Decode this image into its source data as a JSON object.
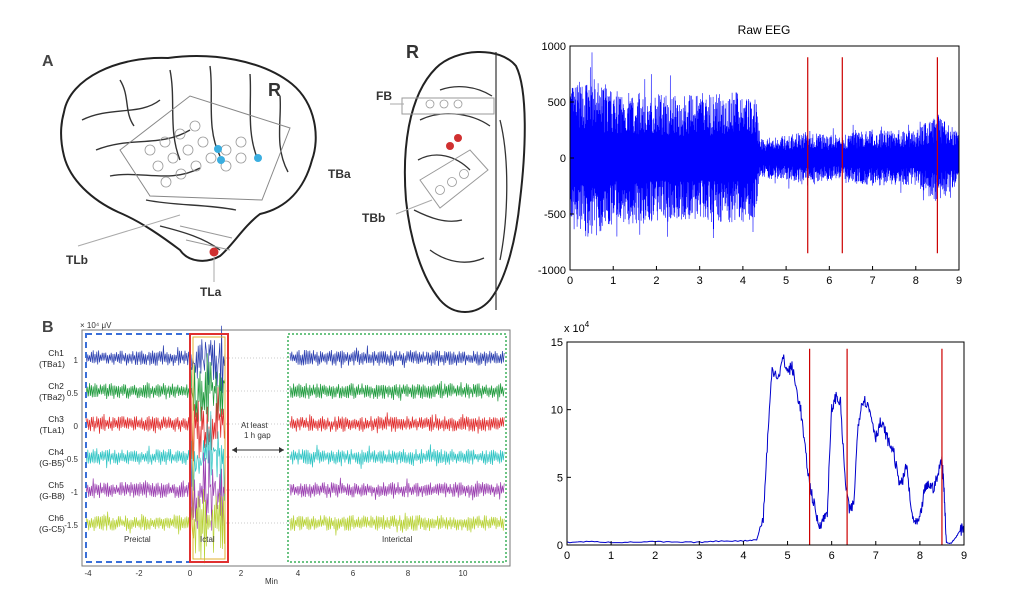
{
  "panelA": {
    "letter": "A",
    "lateral_view": {
      "side": "R",
      "labels": [
        "TBa",
        "TLb",
        "TLa"
      ]
    },
    "ventral_view": {
      "side": "R",
      "labels": [
        "FB",
        "TBb"
      ]
    },
    "colors": {
      "blue_electrode": "#3aaee0",
      "red_electrode": "#d03030"
    }
  },
  "panelB": {
    "letter": "B",
    "unit_label": "× 10⁴ μV",
    "y_ticks": [
      "1",
      "0.5",
      "0",
      "-0.5",
      "-1",
      "-1.5"
    ],
    "channels": [
      {
        "name": "Ch1",
        "site": "(TBa1)",
        "color": "#2b3fb0"
      },
      {
        "name": "Ch2",
        "site": "(TBa2)",
        "color": "#1e9a3c"
      },
      {
        "name": "Ch3",
        "site": "(TLa1)",
        "color": "#e02a2a"
      },
      {
        "name": "Ch4",
        "site": "(G-B5)",
        "color": "#2ec4c4"
      },
      {
        "name": "Ch5",
        "site": "(G-B8)",
        "color": "#9a3fb0"
      },
      {
        "name": "Ch6",
        "site": "(G-C5)",
        "color": "#b8d236"
      }
    ],
    "x_ticks_left": [
      "-4",
      "-2",
      "0",
      "2"
    ],
    "x_ticks_right": [
      "4",
      "6",
      "8",
      "10"
    ],
    "xlabel": "Min",
    "region_labels": {
      "preictal": "Preictal",
      "ictal": "Ictal",
      "interictal": "Interictal"
    },
    "gap_label_line1": "At least",
    "gap_label_line2": "1 h gap",
    "region_colors": {
      "preictal": "#3a6fd8",
      "ictal": "#e03030",
      "interictal": "#3bb05a"
    }
  },
  "chart_data": [
    {
      "type": "line",
      "title": "Raw EEG",
      "xlabel": "",
      "ylabel": "",
      "xlim": [
        0,
        9
      ],
      "ylim": [
        -1000,
        1000
      ],
      "x_ticks": [
        0,
        1,
        2,
        3,
        4,
        5,
        6,
        7,
        8,
        9
      ],
      "y_ticks": [
        -1000,
        -500,
        0,
        500,
        1000
      ],
      "series_color": "#0000ff",
      "amplitude_envelope": {
        "x": [
          0,
          0.5,
          1,
          2,
          3,
          4,
          4.3,
          4.4,
          5,
          5.5,
          6,
          6.3,
          7,
          8,
          8.5,
          9
        ],
        "y": [
          650,
          720,
          600,
          580,
          560,
          600,
          520,
          180,
          200,
          250,
          200,
          220,
          250,
          250,
          400,
          230
        ]
      },
      "marker_lines_x": [
        5.5,
        6.3,
        8.5
      ],
      "marker_lines_range": [
        -850,
        900
      ],
      "marker_color": "#cc0000",
      "grid": false
    },
    {
      "type": "line",
      "title": "",
      "multiplier_label": "x 10",
      "multiplier_exponent": "4",
      "xlabel": "",
      "ylabel": "",
      "xlim": [
        0,
        9
      ],
      "ylim": [
        0,
        15
      ],
      "x_ticks": [
        0,
        1,
        2,
        3,
        4,
        5,
        6,
        7,
        8,
        9
      ],
      "y_ticks": [
        0,
        5,
        10,
        15
      ],
      "series_color": "#0000cc",
      "x": [
        0,
        0.5,
        1,
        1.5,
        2,
        2.5,
        3,
        3.5,
        4,
        4.3,
        4.45,
        4.55,
        4.65,
        4.8,
        4.9,
        5.0,
        5.1,
        5.2,
        5.3,
        5.4,
        5.5,
        5.6,
        5.7,
        5.8,
        5.9,
        6.0,
        6.1,
        6.2,
        6.3,
        6.4,
        6.5,
        6.6,
        6.7,
        6.8,
        6.9,
        7.0,
        7.1,
        7.2,
        7.3,
        7.4,
        7.5,
        7.6,
        7.7,
        7.8,
        7.9,
        8.0,
        8.1,
        8.2,
        8.3,
        8.4,
        8.5,
        8.55,
        8.6,
        8.7,
        8.8,
        8.9,
        9.0
      ],
      "y": [
        0.2,
        0.25,
        0.2,
        0.2,
        0.25,
        0.2,
        0.2,
        0.3,
        0.3,
        0.4,
        2.0,
        8.0,
        13.0,
        12.5,
        13.8,
        12.8,
        13.2,
        11.5,
        10.0,
        7.0,
        4.5,
        3.0,
        1.5,
        1.8,
        2.5,
        10.0,
        11.0,
        10.5,
        5.0,
        2.5,
        3.0,
        9.0,
        10.8,
        10.5,
        9.5,
        8.0,
        9.0,
        8.5,
        7.5,
        7.0,
        5.0,
        4.5,
        6.0,
        2.5,
        1.5,
        1.8,
        4.0,
        4.5,
        4.2,
        5.0,
        6.5,
        4.0,
        0.2,
        0.1,
        0.5,
        1.0,
        1.3
      ],
      "marker_lines_x": [
        5.5,
        6.35,
        8.5
      ],
      "marker_lines_range": [
        0,
        14.5
      ],
      "marker_color": "#cc0000",
      "grid": false
    }
  ]
}
